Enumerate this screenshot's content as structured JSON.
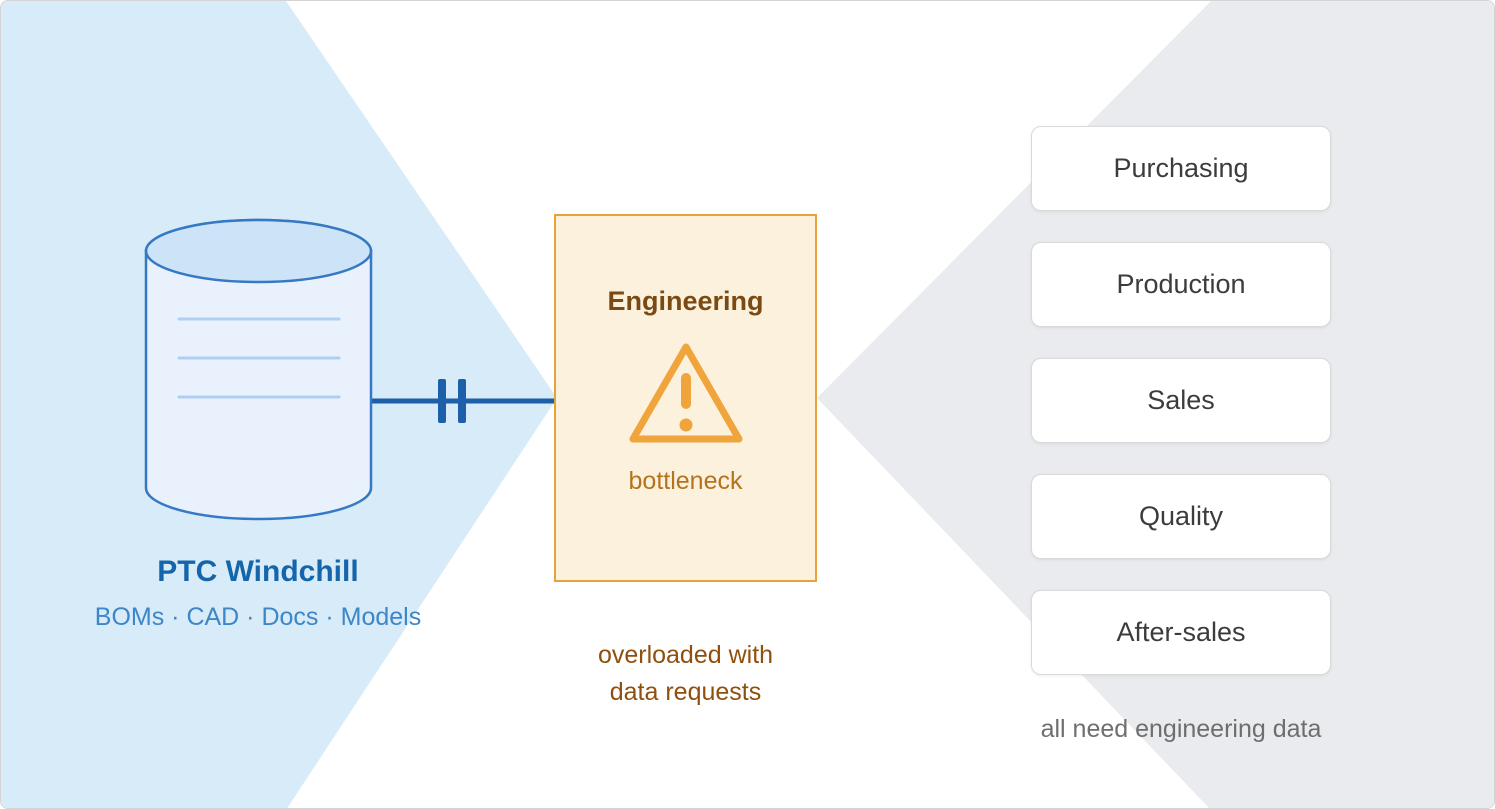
{
  "diagram": {
    "source": {
      "title": "PTC Windchill",
      "subtitle": "BOMs · CAD · Docs · Models",
      "icon": "database-cylinder-icon"
    },
    "connector": {
      "icon": "blocked-flow-icon"
    },
    "engineering": {
      "title": "Engineering",
      "icon": "warning-triangle-icon",
      "label": "bottleneck",
      "caption_lines": [
        "overloaded with",
        "data requests"
      ]
    },
    "departments": {
      "items": [
        "Purchasing",
        "Production",
        "Sales",
        "Quality",
        "After-sales"
      ],
      "caption": "all need engineering data"
    },
    "colors": {
      "source_accent": "#1565ab",
      "source_secondary": "#3c86c9",
      "connector_blue": "#1e5fa9",
      "engineering_fill": "#fcf1dd",
      "engineering_border": "#e8a23a",
      "engineering_text": "#7b4a12",
      "warning_orange": "#f0a43c",
      "bottleneck_text": "#b4731c",
      "caption_text": "#8f4f0e",
      "left_wedge": "#d7ebf8",
      "right_wedge": "#eaebee"
    }
  }
}
